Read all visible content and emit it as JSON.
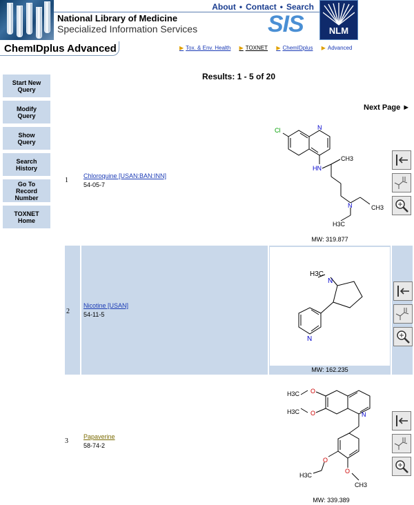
{
  "header": {
    "top_nav": [
      "About",
      "Contact",
      "Search"
    ],
    "org_name": "National Library of Medicine",
    "division": "Specialized Information Services",
    "sis_logo": "SIS",
    "nlm_logo": "NLM"
  },
  "title_bar": {
    "title": "ChemIDplus Advanced",
    "breadcrumbs": [
      {
        "label": "Tox. & Env. Health",
        "current": false
      },
      {
        "label": "TOXNET",
        "current": false
      },
      {
        "label": "ChemIDplus",
        "current": false
      },
      {
        "label": "Advanced",
        "current": true
      }
    ]
  },
  "sidebar": {
    "buttons": [
      [
        "Start New",
        "Query"
      ],
      [
        "Modify",
        "Query"
      ],
      [
        "Show",
        "Query"
      ],
      [
        "Search",
        "History"
      ],
      [
        "Go To",
        "Record",
        "Number"
      ],
      [
        "TOXNET",
        "Home"
      ]
    ]
  },
  "results_text": "Results:  1 - 5 of 20",
  "next_page": "Next Page ►",
  "records": [
    {
      "num": "1",
      "name": "Chloroquine [USAN:BAN:INN]",
      "cas": "54-05-7",
      "mw": "MW: 319.877",
      "atoms": {
        "cl": "Cl",
        "n_ring": "N",
        "nh": "HN",
        "ch3": "CH3",
        "n_amine": "N",
        "ch3_b": "CH3",
        "h3c": "H3C"
      }
    },
    {
      "num": "2",
      "name": "Nicotine [USAN]",
      "cas": "54-11-5",
      "mw": "MW: 162.235",
      "atoms": {
        "h3c": "H3C",
        "n_pyrrol": "N",
        "n_pyr": "N"
      }
    },
    {
      "num": "3",
      "name": "Papaverine",
      "cas": "58-74-2",
      "mw": "MW: 339.389",
      "atoms": {
        "h3c1": "H3C",
        "o1": "O",
        "o2": "O",
        "h3c2": "H3C",
        "n": "N",
        "o3": "O",
        "o4": "O",
        "h3c3": "H3C",
        "ch3": "CH3"
      }
    }
  ],
  "tool_icons": [
    "back-to-list-icon",
    "structure-search-icon",
    "zoom-icon"
  ],
  "colors": {
    "shade": "#c9d8ea",
    "link": "#1a3ab5",
    "visited": "#7a6a00",
    "nav": "#1a3d8f"
  }
}
